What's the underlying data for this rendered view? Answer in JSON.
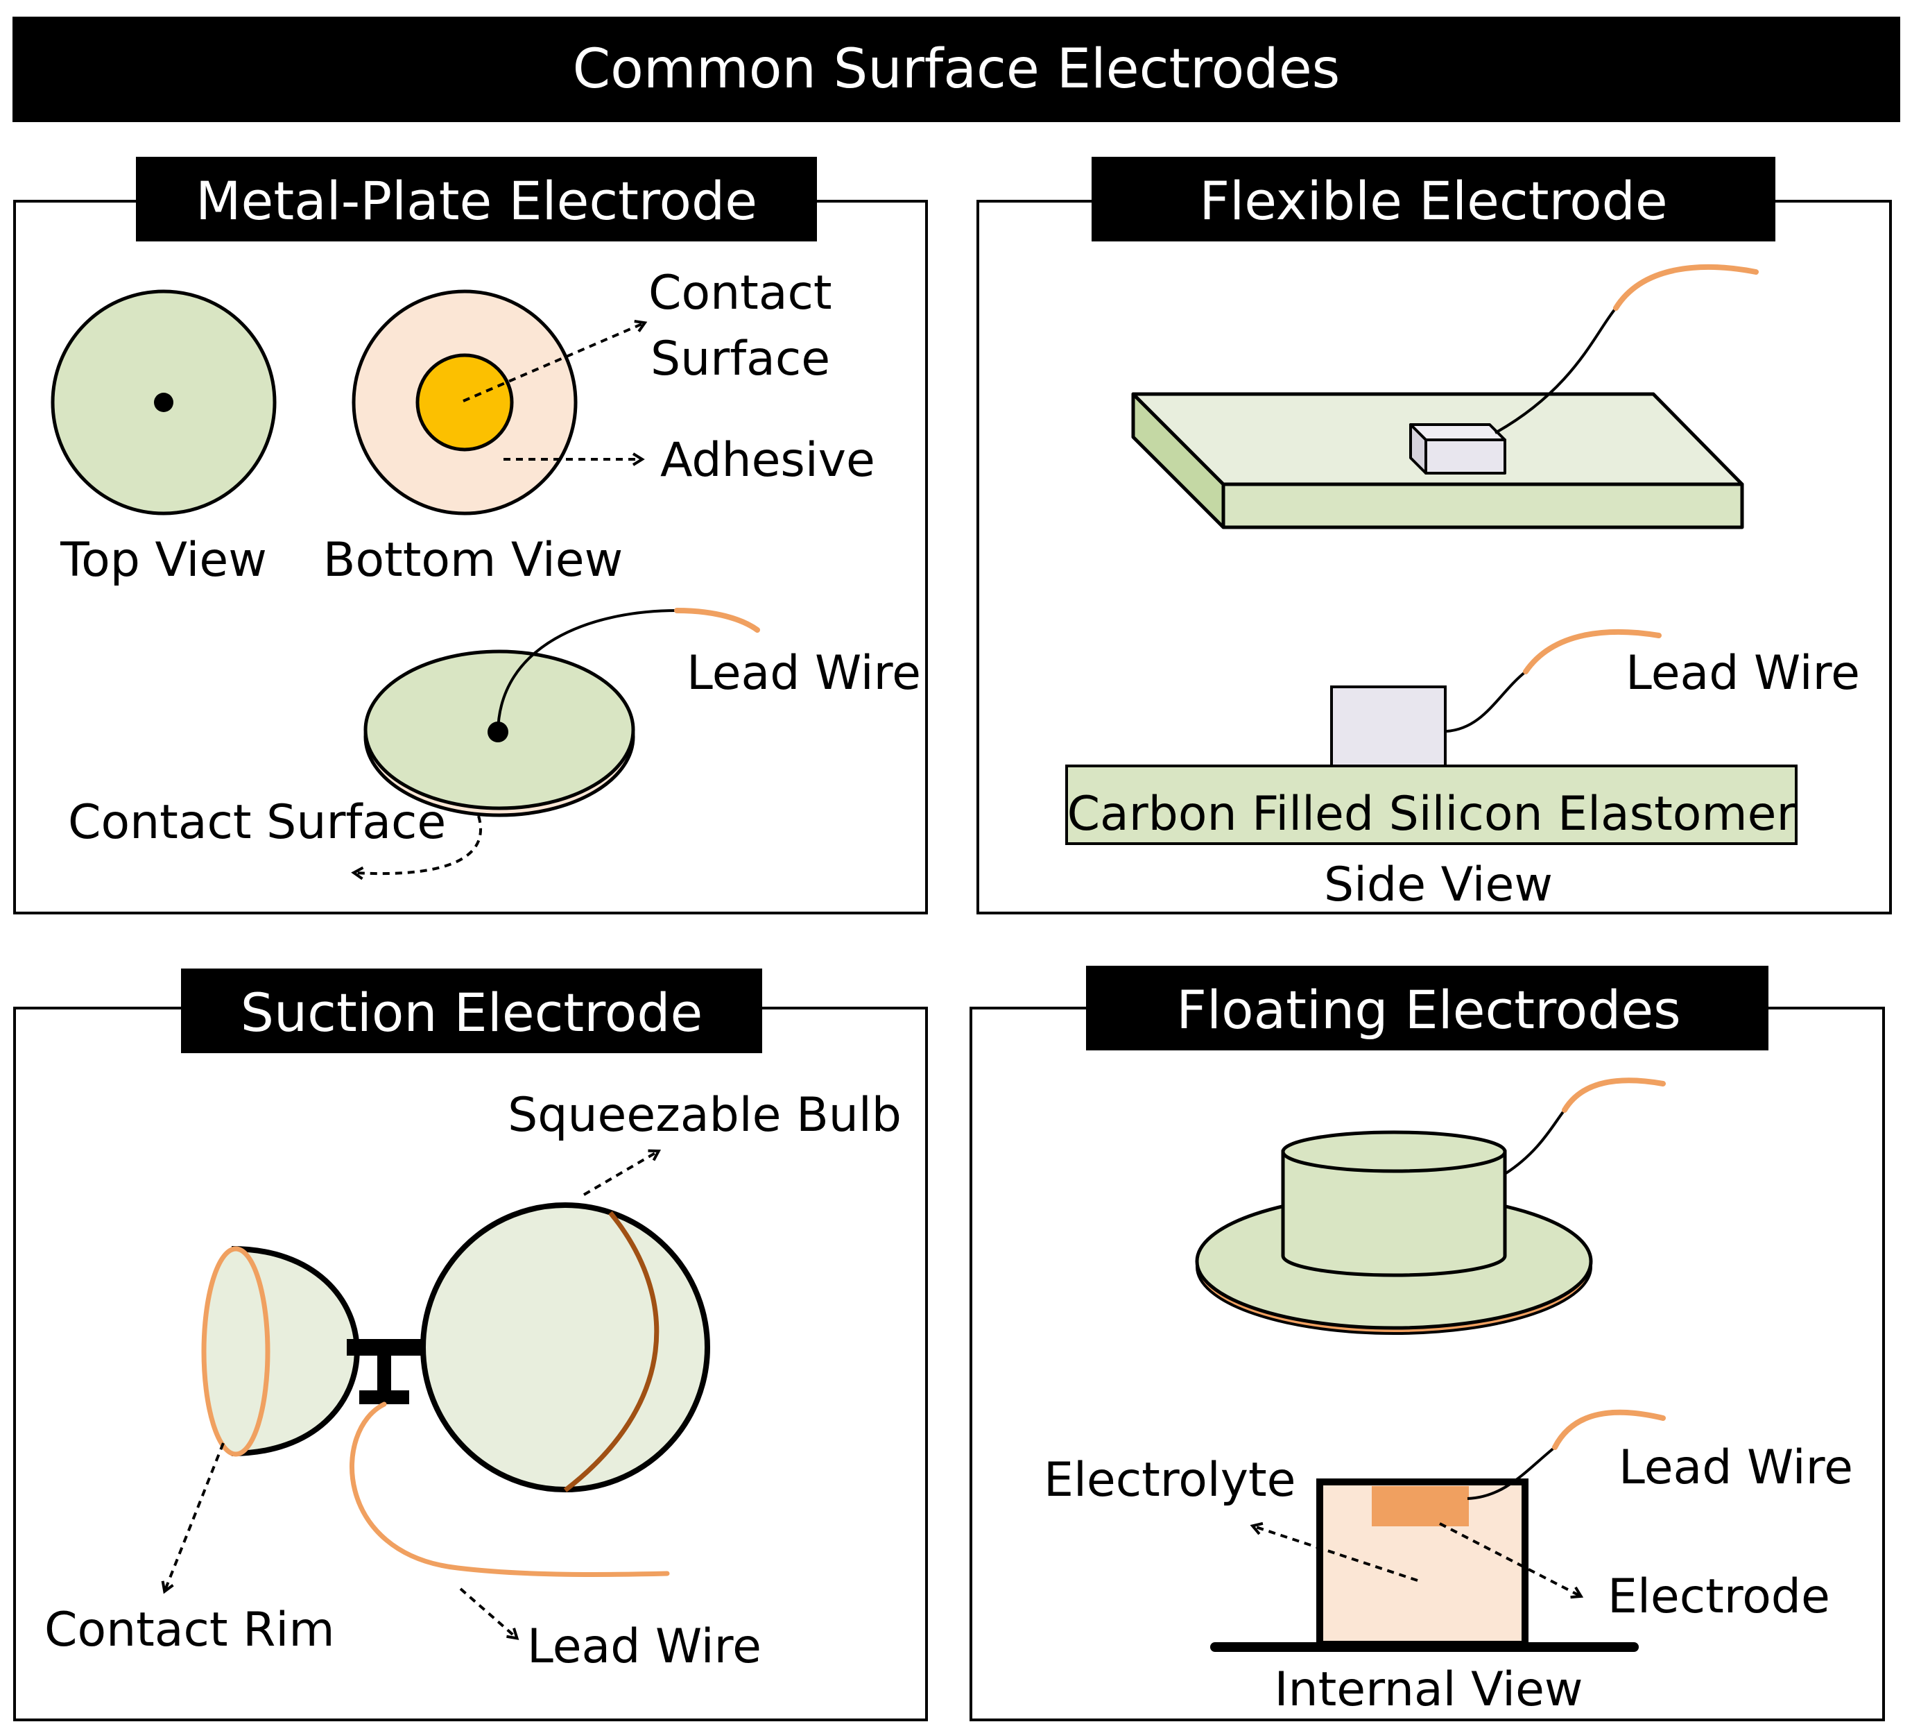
{
  "title": "Common Surface Electrodes",
  "panels": {
    "metal_plate": {
      "title": "Metal-Plate Electrode",
      "top_view": "Top View",
      "bottom_view": "Bottom View",
      "contact_surface_l1": "Contact",
      "contact_surface_l2": "Surface",
      "adhesive": "Adhesive",
      "lead_wire": "Lead Wire",
      "contact_surface": "Contact Surface"
    },
    "flexible": {
      "title": "Flexible Electrode",
      "lead_wire": "Lead Wire",
      "elastomer": "Carbon Filled Silicon Elastomer",
      "side_view": "Side View"
    },
    "suction": {
      "title": "Suction Electrode",
      "bulb": "Squeezable Bulb",
      "contact_rim": "Contact Rim",
      "lead_wire": "Lead Wire"
    },
    "floating": {
      "title": "Floating Electrodes",
      "electrolyte": "Electrolyte",
      "lead_wire": "Lead Wire",
      "electrode": "Electrode",
      "internal_view": "Internal View"
    }
  },
  "colors": {
    "green_fill": "#d9e5c3",
    "light_green": "#e8eedd",
    "dark_green_side": "#c4d8a4",
    "peach": "#fbe6d5",
    "gold": "#fcc000",
    "orange_wire": "#f0a060",
    "brown": "#a05014",
    "gray_block": "#e8e6ee"
  }
}
